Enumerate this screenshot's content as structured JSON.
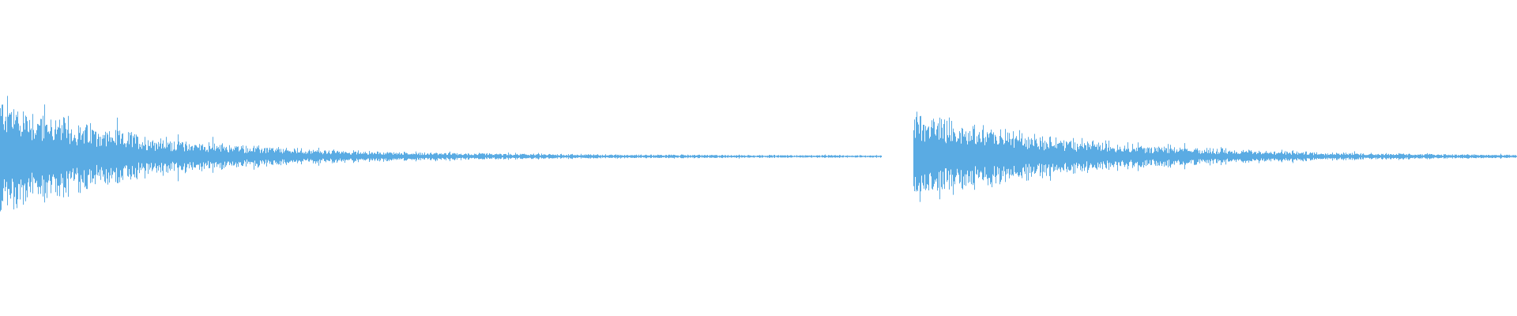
{
  "waveform": {
    "color": "#5aabe3",
    "background": "#ffffff",
    "segments": [
      {
        "start": 0.0,
        "end": 0.581,
        "peak": 0.42,
        "decay": 7.0
      },
      {
        "start": 0.602,
        "end": 1.0,
        "peak": 0.32,
        "decay": 4.0
      }
    ]
  }
}
